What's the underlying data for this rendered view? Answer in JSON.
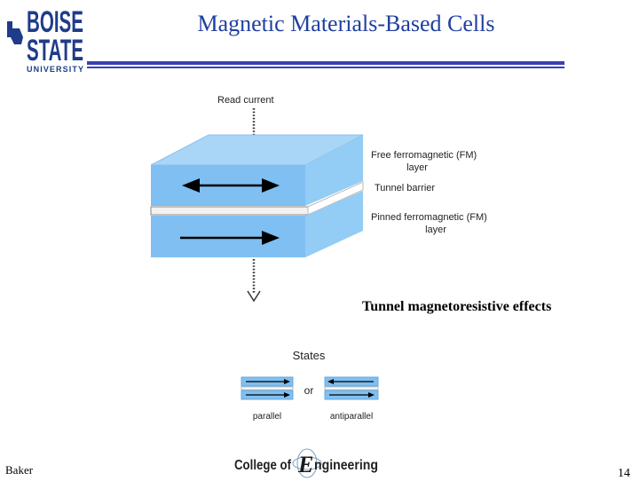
{
  "slide": {
    "title": "Magnetic Materials-Based Cells",
    "caption": "Tunnel magnetoresistive effects",
    "author": "Baker",
    "page_number": "14"
  },
  "logo": {
    "line1": "BOISE",
    "line2": "STATE",
    "line3": "UNIVERSITY",
    "color": "#1f3c8a"
  },
  "diagram": {
    "read_current": "Read current",
    "free_layer": [
      "Free ferromagnetic (FM)",
      "layer"
    ],
    "tunnel_barrier": "Tunnel barrier",
    "pinned_layer": [
      "Pinned ferromagnetic (FM)",
      "layer"
    ],
    "block_color": "#7fbff2"
  },
  "states": {
    "title": "States",
    "or": "or",
    "parallel": "parallel",
    "antiparallel": "antiparallel"
  },
  "footer_logo": {
    "left": "College of",
    "letter": "E",
    "right": "ngineering"
  }
}
